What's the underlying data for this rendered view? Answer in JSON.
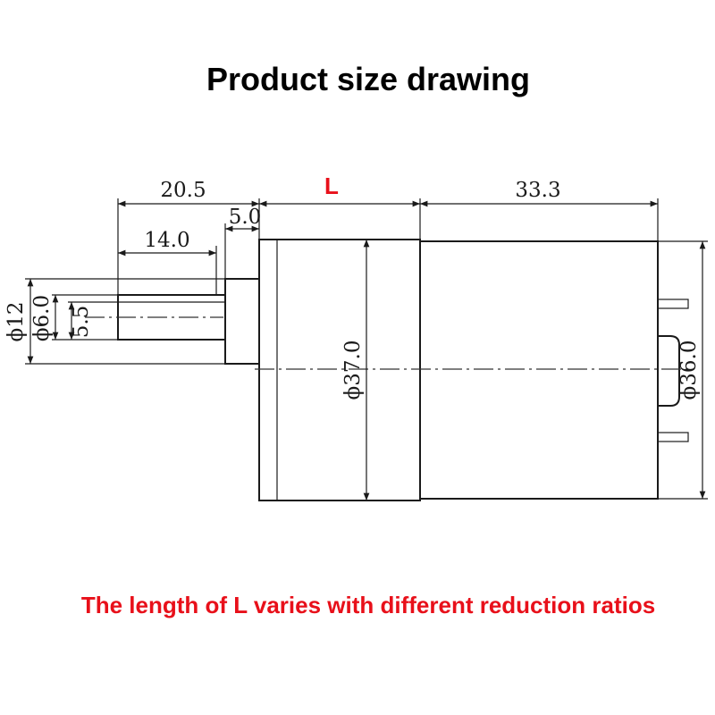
{
  "title": "Product size drawing",
  "note": "The length of L varies with different reduction ratios",
  "colors": {
    "note": "#e8101a",
    "label_L": "#e8101a",
    "line": "#1a1a1a"
  },
  "dimensions": {
    "overall_shaft": "20.5",
    "L": "L",
    "motor_length": "33.3",
    "collar": "5.0",
    "shaft_length": "14.0",
    "boss_dia": "ϕ12",
    "shaft_dia": "ϕ6.0",
    "flat": "5.5",
    "gearbox_dia": "ϕ37.0",
    "motor_dia": "ϕ36.0"
  }
}
